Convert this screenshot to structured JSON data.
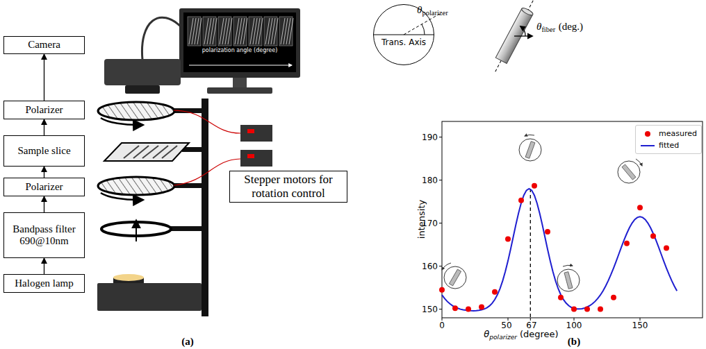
{
  "diagram": {
    "nodes": [
      {
        "text": [
          "Camera"
        ]
      },
      {
        "text": [
          "Polarizer"
        ]
      },
      {
        "text": [
          "Sample slice"
        ]
      },
      {
        "text": [
          "Polarizer"
        ]
      },
      {
        "text": [
          "Bandpass filter 690@10nm"
        ]
      },
      {
        "text": [
          "Halogen lamp"
        ]
      },
      {
        "text": [
          "Stepper motors for rotation control"
        ]
      },
      {
        "text": [
          "Trans. Axis"
        ]
      }
    ],
    "edges": [
      {
        "from": 5,
        "to": 4,
        "arrow": "to"
      },
      {
        "from": 4,
        "to": 3,
        "arrow": "to"
      },
      {
        "from": 3,
        "to": 2,
        "arrow": "to"
      },
      {
        "from": 2,
        "to": 1,
        "arrow": "to"
      },
      {
        "from": 1,
        "to": 0,
        "arrow": "to"
      }
    ],
    "labels": [
      "polarization angle (degree)",
      "θ",
      "polarizer",
      "θ",
      "fiber",
      "(deg.)",
      "intensity",
      "150",
      "160",
      "170",
      "180",
      "190",
      "0",
      "50",
      "67",
      "100",
      "150",
      "θ",
      "polarizer",
      "(degree)",
      "(a)",
      "(b)"
    ],
    "legend": [
      {
        "text": "measured"
      },
      {
        "text": "fitted"
      }
    ]
  }
}
